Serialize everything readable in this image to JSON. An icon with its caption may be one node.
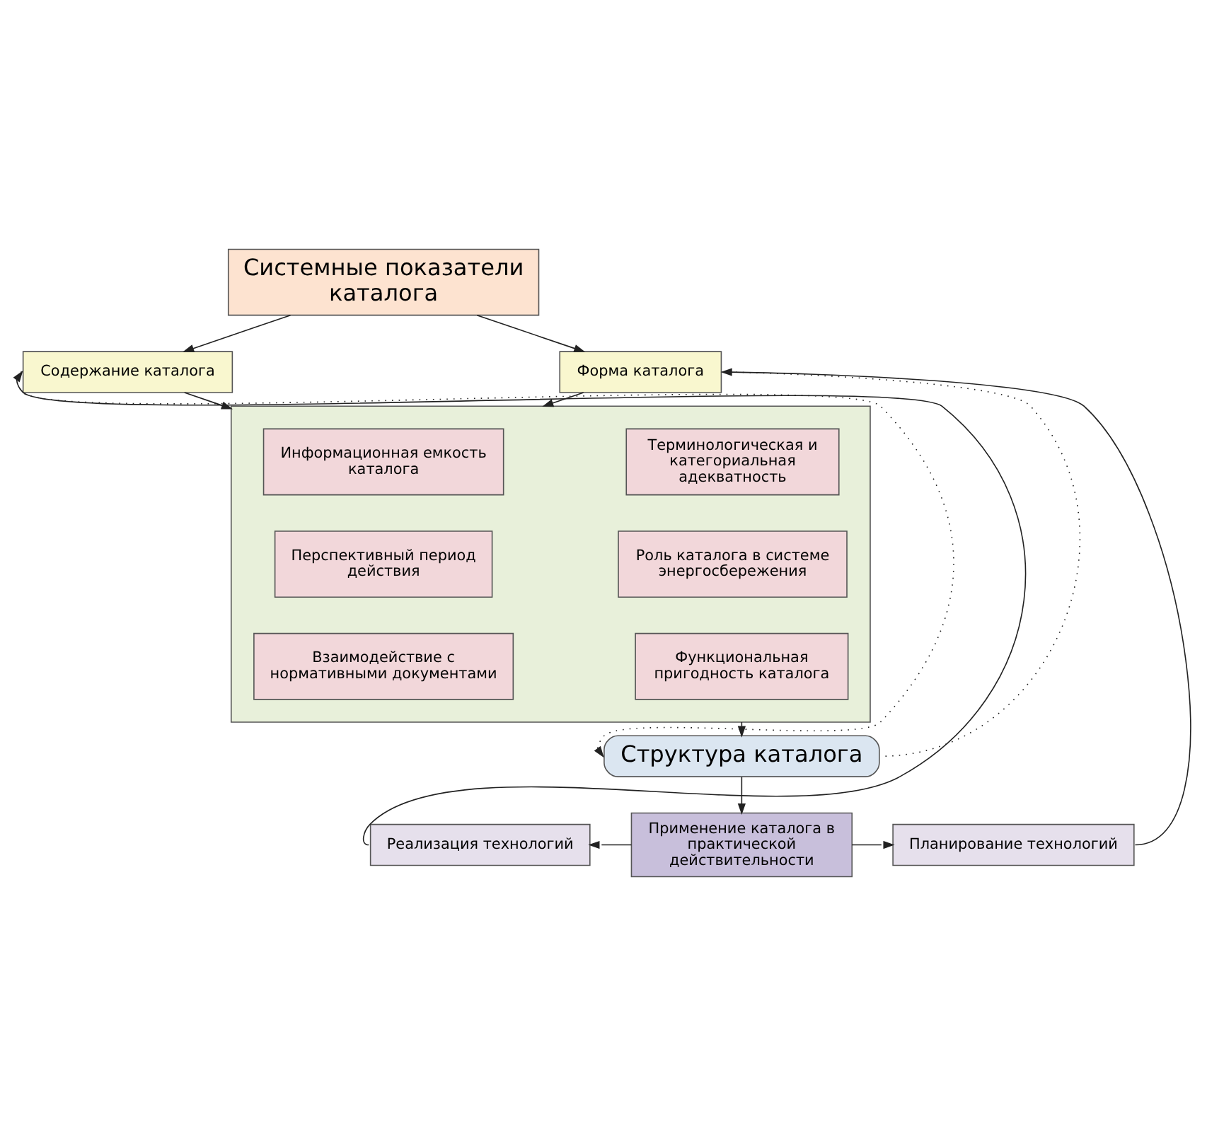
{
  "diagram": {
    "nodes": [
      {
        "text": [
          "Системные показатели каталога"
        ]
      },
      {
        "text": [
          "Содержание каталога"
        ]
      },
      {
        "text": [
          "Форма каталога"
        ]
      },
      {
        "text": [],
        "shape": "box"
      },
      {
        "text": [
          "Информационная емкость каталога"
        ],
        "in": 3
      },
      {
        "text": [
          "Терминологическая и категориальная адекватность"
        ],
        "in": 3
      },
      {
        "text": [
          "Перспективный период действия"
        ],
        "in": 3
      },
      {
        "text": [
          "Роль каталога в системе энергосбережения"
        ],
        "in": 3
      },
      {
        "text": [
          "Взаимодействие с нормативными документами"
        ],
        "in": 3
      },
      {
        "text": [
          "Функциональная пригодность каталога"
        ],
        "in": 3
      },
      {
        "text": [
          "Структура каталога"
        ]
      },
      {
        "text": [
          "Применение каталога в практической действительности"
        ]
      },
      {
        "text": [
          "Реализация технологий"
        ]
      },
      {
        "text": [
          "Планирование технологий"
        ]
      }
    ],
    "edges": [
      {
        "from": 0,
        "to": 1,
        "arrow": "to"
      },
      {
        "from": 0,
        "to": 2,
        "arrow": "to"
      },
      {
        "from": 1,
        "to": 3,
        "arrow": "to"
      },
      {
        "from": 2,
        "to": 3,
        "arrow": "to"
      },
      {
        "from": 3,
        "to": 10,
        "arrow": "to"
      },
      {
        "from": 1,
        "to": 10,
        "arrow": "to",
        "style": "dashed"
      },
      {
        "from": 2,
        "to": 10,
        "arrow": "none",
        "style": "dashed"
      },
      {
        "from": 10,
        "to": 11,
        "arrow": "to"
      },
      {
        "from": 11,
        "to": 12,
        "arrow": "to"
      },
      {
        "from": 11,
        "to": 13,
        "arrow": "to"
      },
      {
        "from": 12,
        "to": 1,
        "arrow": "to"
      },
      {
        "from": 13,
        "to": 2,
        "arrow": "to"
      }
    ]
  }
}
